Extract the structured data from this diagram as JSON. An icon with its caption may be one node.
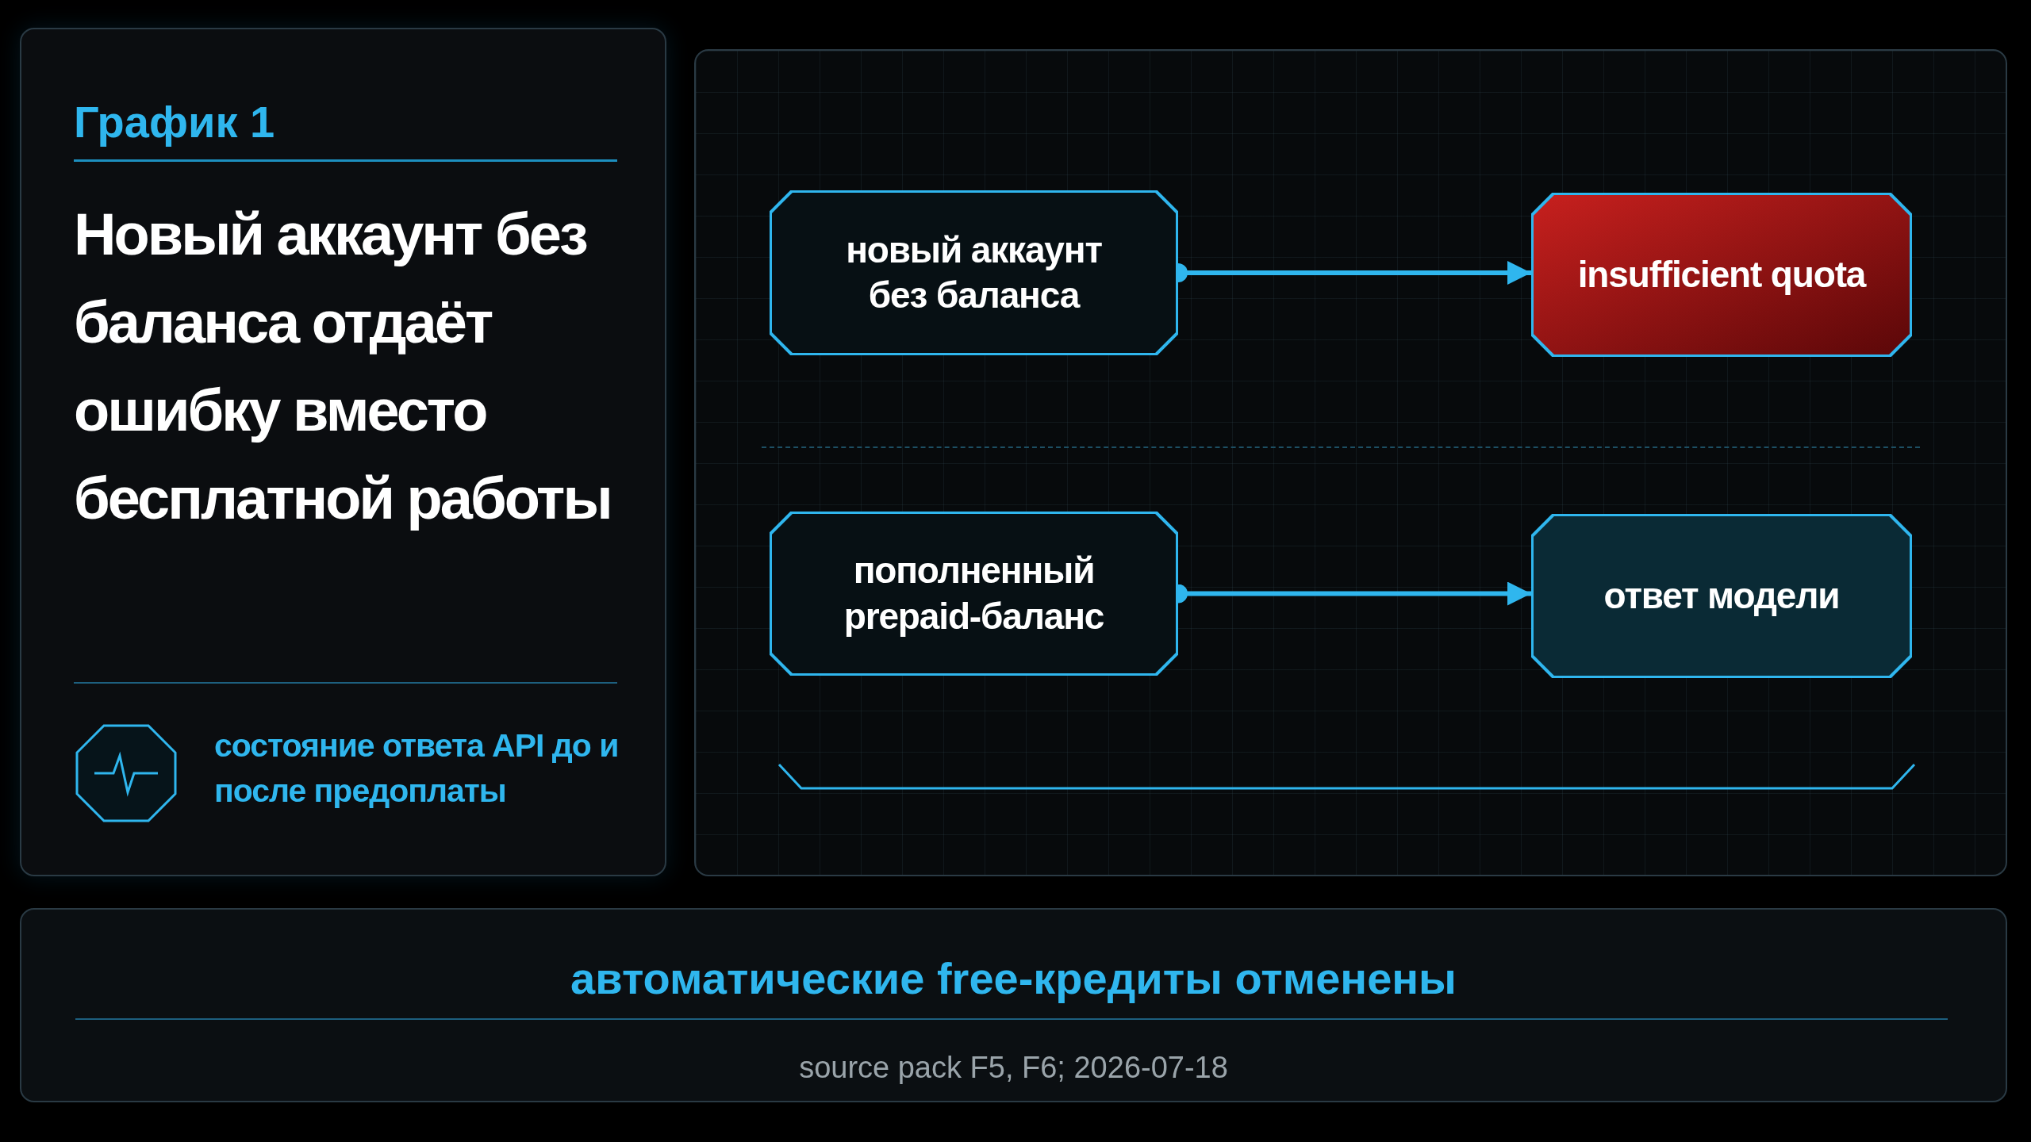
{
  "diagram": {
    "title": "Новый аккаунт без баланса отдаёт ошибку вместо бесплатной работы",
    "nodes": [
      {
        "text": [
          "новый аккаунт без баланса"
        ]
      },
      {
        "text": [
          "insufficient quota"
        ]
      },
      {
        "text": [
          "пополненный prepaid-баланс"
        ]
      },
      {
        "text": [
          "ответ модели"
        ]
      }
    ],
    "edges": [
      {
        "from": 0,
        "to": 1,
        "arrow": "to"
      },
      {
        "from": 2,
        "to": 3,
        "arrow": "to"
      }
    ],
    "labels": [
      "График 1",
      "состояние ответа API до и после предоплаты",
      "автоматические free-кредиты отменены",
      "source pack F5, F6; 2026-07-18"
    ]
  }
}
